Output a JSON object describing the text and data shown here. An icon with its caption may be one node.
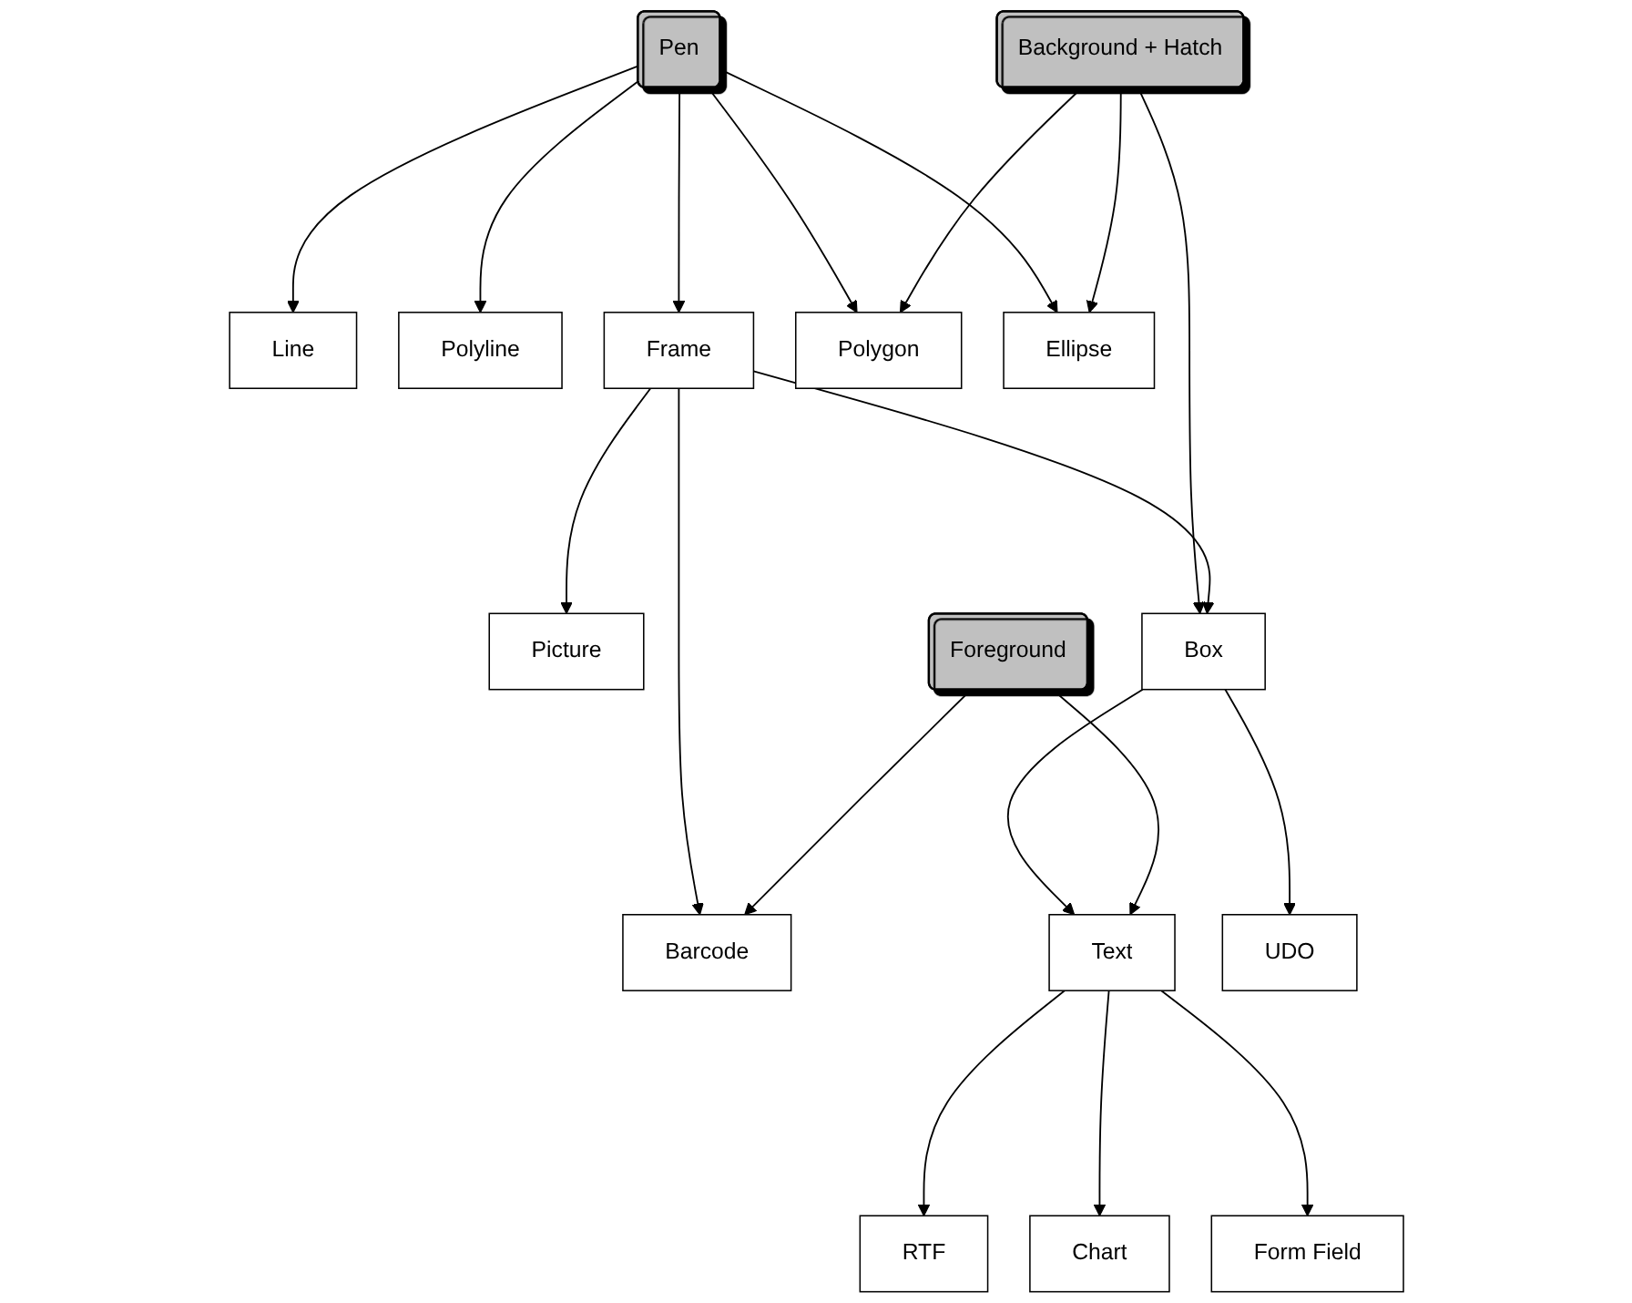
{
  "diagram": {
    "nodes": [
      {
        "text": [
          "Pen"
        ]
      },
      {
        "text": [
          "Background + Hatch"
        ]
      },
      {
        "text": [
          "Line"
        ]
      },
      {
        "text": [
          "Polyline"
        ]
      },
      {
        "text": [
          "Polygon"
        ]
      },
      {
        "text": [
          "Ellipse"
        ]
      },
      {
        "text": [
          "Frame"
        ]
      },
      {
        "text": [
          "Picture"
        ]
      },
      {
        "text": [
          "Box"
        ]
      },
      {
        "text": [
          "Foreground"
        ]
      },
      {
        "text": [
          "Barcode"
        ]
      },
      {
        "text": [
          "Text"
        ]
      },
      {
        "text": [
          "UDO"
        ]
      },
      {
        "text": [
          "RTF"
        ]
      },
      {
        "text": [
          "Chart"
        ]
      },
      {
        "text": [
          "Form Field"
        ]
      }
    ],
    "edges": [
      {
        "from": 0,
        "to": 2,
        "arrow": "to"
      },
      {
        "from": 0,
        "to": 3,
        "arrow": "to"
      },
      {
        "from": 0,
        "to": 6,
        "arrow": "to"
      },
      {
        "from": 0,
        "to": 4,
        "arrow": "to"
      },
      {
        "from": 0,
        "to": 5,
        "arrow": "to"
      },
      {
        "from": 1,
        "to": 4,
        "arrow": "to"
      },
      {
        "from": 1,
        "to": 5,
        "arrow": "to"
      },
      {
        "from": 1,
        "to": 8,
        "arrow": "to"
      },
      {
        "from": 6,
        "to": 7,
        "arrow": "to"
      },
      {
        "from": 6,
        "to": 8,
        "arrow": "to"
      },
      {
        "from": 6,
        "to": 10,
        "arrow": "to"
      },
      {
        "from": 8,
        "to": 11,
        "arrow": "to"
      },
      {
        "from": 8,
        "to": 12,
        "arrow": "to"
      },
      {
        "from": 9,
        "to": 10,
        "arrow": "to"
      },
      {
        "from": 9,
        "to": 11,
        "arrow": "to"
      },
      {
        "from": 11,
        "to": 13,
        "arrow": "to"
      },
      {
        "from": 11,
        "to": 14,
        "arrow": "to"
      },
      {
        "from": 11,
        "to": 15,
        "arrow": "to"
      }
    ]
  }
}
